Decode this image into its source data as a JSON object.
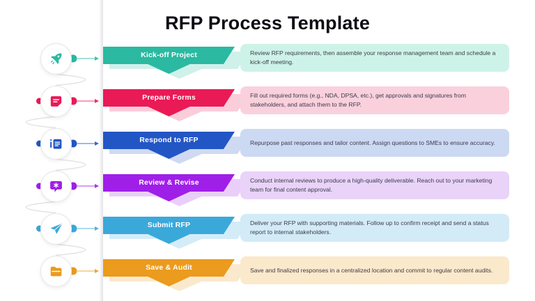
{
  "title": "RFP Process Template",
  "steps": [
    {
      "label": "Kick-off Project",
      "description": "Review RFP requirements, then assemble your response management team and schedule a kick-off meeting.",
      "color": "#2BB9A1",
      "tint": "#CDF3E8",
      "icon": "rocket-icon",
      "left_dot": false
    },
    {
      "label": "Prepare Forms",
      "description": "Fill out required forms (e.g., NDA, DPSA, etc.), get approvals and signatures from stakeholders, and attach them to the RFP.",
      "color": "#EA1A56",
      "tint": "#FAD0DD",
      "icon": "note-icon",
      "left_dot": true
    },
    {
      "label": "Respond to RFP",
      "description": "Repurpose past responses and tailor content. Assign questions to SMEs to ensure accuracy.",
      "color": "#2356C5",
      "tint": "#CBD9F3",
      "icon": "checklist-icon",
      "left_dot": true
    },
    {
      "label": "Review & Revise",
      "description": "Conduct internal reviews to produce a high-quality deliverable. Reach out to your marketing team for final content approval.",
      "color": "#A01FE8",
      "tint": "#E9D3F9",
      "icon": "chat-star-icon",
      "left_dot": true
    },
    {
      "label": "Submit RFP",
      "description": "Deliver your RFP with supporting materials. Follow up to confirm receipt and send a status report to internal stakeholders.",
      "color": "#3BA8DA",
      "tint": "#D2EBF7",
      "icon": "paper-plane-icon",
      "left_dot": true
    },
    {
      "label": "Save & Audit",
      "description": "Save and finalized responses in a centralized location and commit to regular content audits.",
      "color": "#EB9B1D",
      "tint": "#FBE9CB",
      "icon": "folder-icon",
      "left_dot": false
    }
  ]
}
